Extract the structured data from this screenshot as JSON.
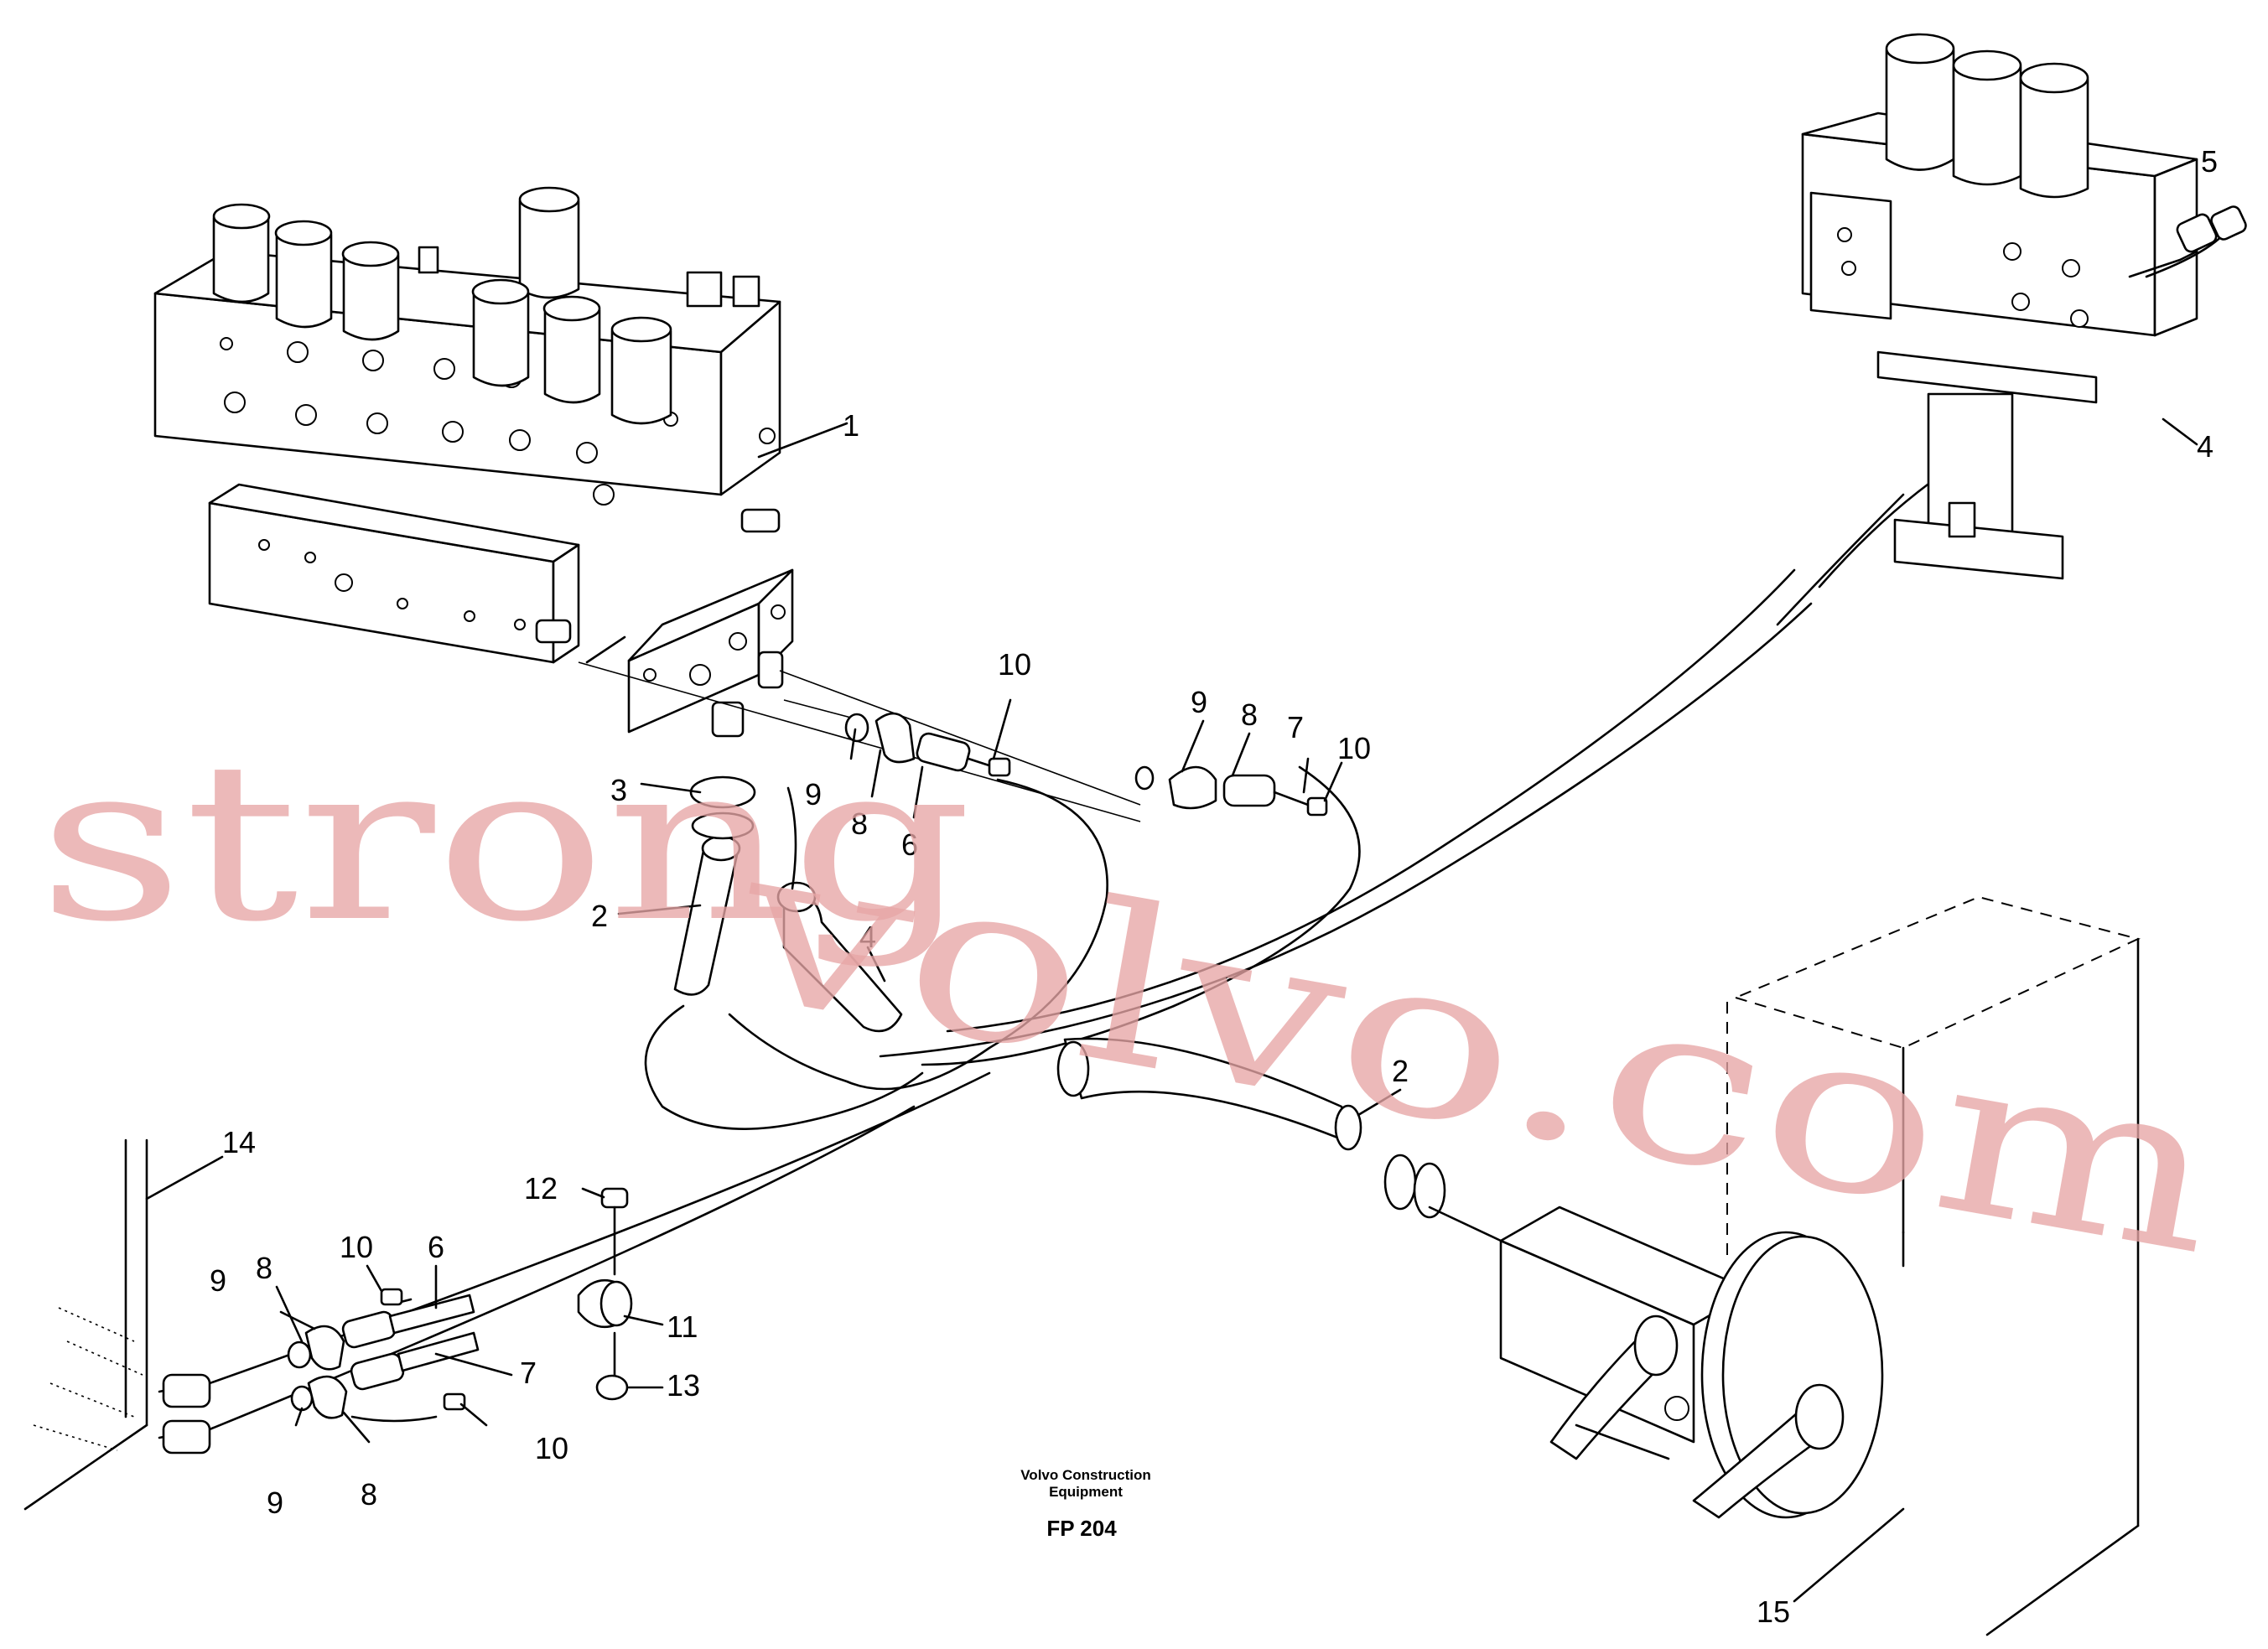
{
  "callouts": {
    "c1": "1",
    "c2a": "2",
    "c2b": "2",
    "c3": "3",
    "c4a": "4",
    "c4b": "4",
    "c5": "5",
    "c6a": "6",
    "c6b": "6",
    "c7a": "7",
    "c7b": "7",
    "c8a": "8",
    "c8b": "8",
    "c8c": "8",
    "c8d": "8",
    "c9a": "9",
    "c9b": "9",
    "c9c": "9",
    "c9d": "9",
    "c10a": "10",
    "c10b": "10",
    "c10c": "10",
    "c10d": "10",
    "c11": "11",
    "c12": "12",
    "c13": "13",
    "c14": "14",
    "c15": "15"
  },
  "caption": {
    "line1": "Volvo Construction",
    "line2": "Equipment",
    "figure": "FP 204"
  },
  "watermark": {
    "line1": "strong",
    "line2": "volvo.com"
  }
}
